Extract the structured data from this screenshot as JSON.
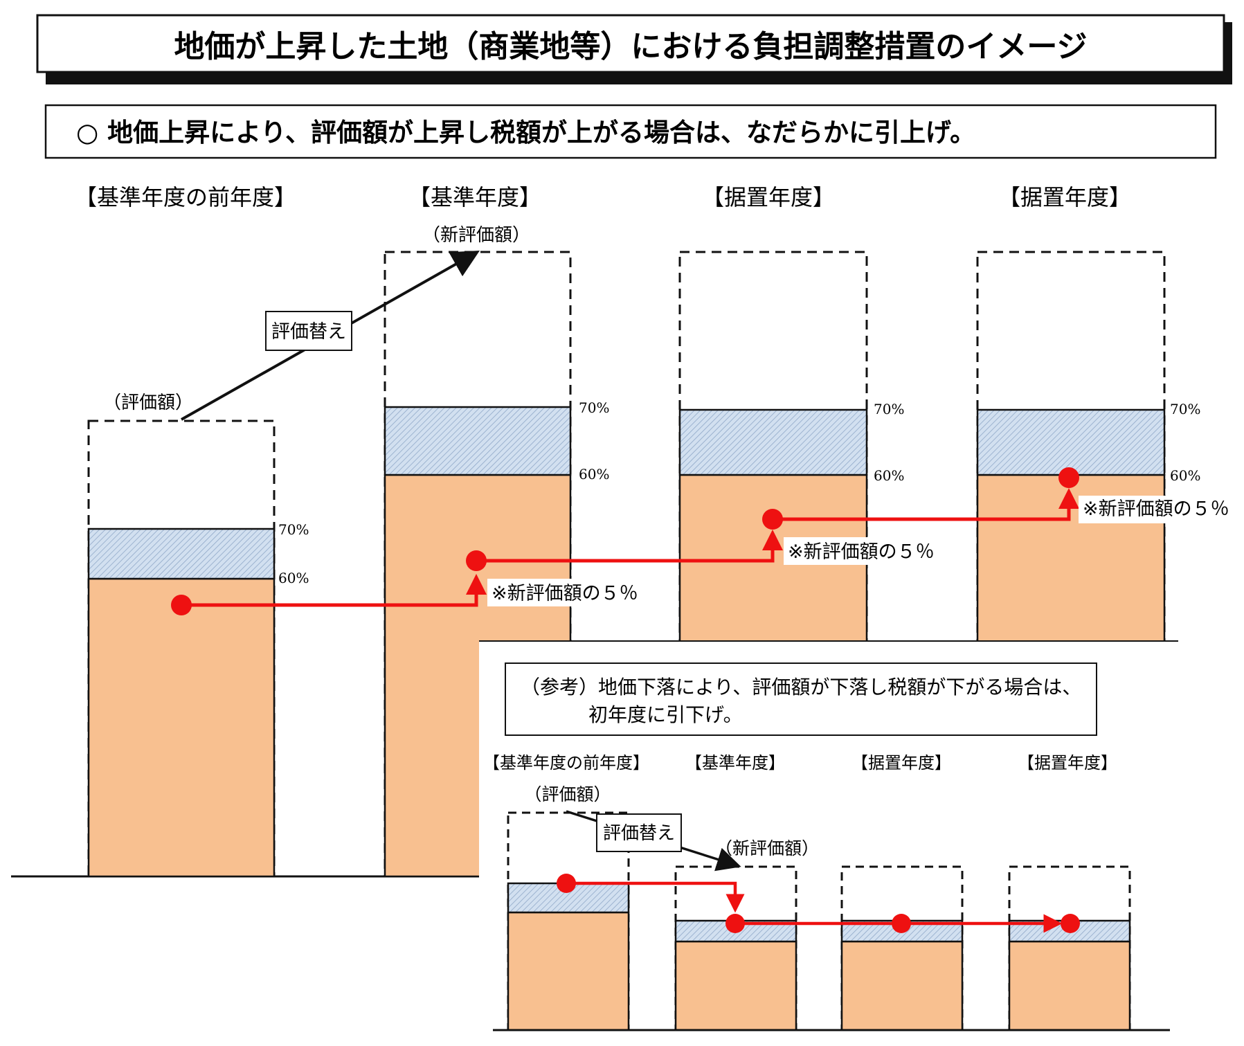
{
  "title": "地価が上昇した土地（商業地等）における負担調整措置のイメージ",
  "subtitle": "○ 地価上昇により、評価額が上昇し税額が上がる場合は、なだらかに引上げ。",
  "year_labels": [
    "【基準年度の前年度】",
    "【基準年度】",
    "【据置年度】",
    "【据置年度】"
  ],
  "labels": {
    "valuation": "（評価額）",
    "new_valuation": "（新評価額）",
    "reassessment": "評価替え",
    "pct70": "70%",
    "pct60": "60%",
    "increase_note": "※新評価額の５％"
  },
  "reference": {
    "box_line1": "（参考）地価下落により、評価額が下落し税額が下がる場合は、",
    "box_line2": "初年度に引下げ。",
    "year_labels": [
      "【基準年度の前年度】",
      "【基準年度】",
      "【据置年度】",
      "【据置年度】"
    ],
    "valuation": "（評価額）",
    "reassessment": "評価替え",
    "new_valuation": "（新評価額）"
  },
  "colors": {
    "burden": "#F8C090",
    "band": "#C8D8EC",
    "arrow": "#EE1111",
    "outline": "#111111"
  }
}
